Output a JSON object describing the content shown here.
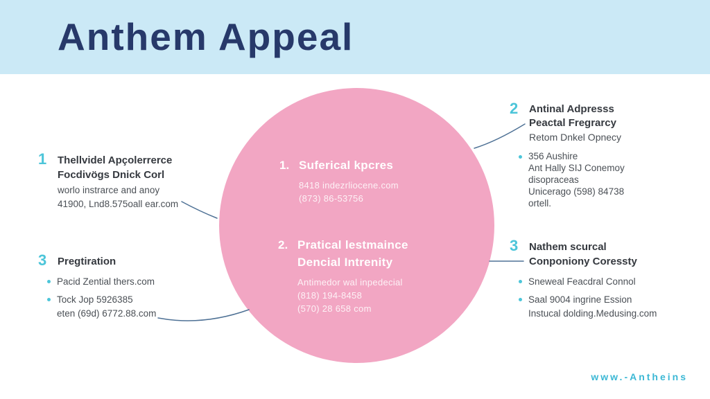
{
  "title": "Anthem Appeal",
  "colors": {
    "header_bg": "#cbe9f6",
    "title_navy": "#27396a",
    "circle_pink": "#f2a6c3",
    "accent_teal": "#4cc5d9",
    "connector_blue": "#4e7195",
    "footer_teal": "#3cb8d5",
    "heading_text": "#35393f",
    "body_text": "#4a4f55"
  },
  "circle": {
    "entries": [
      {
        "number": "1.",
        "title": [
          "Suferical kpcres"
        ],
        "body": [
          "8418 indezrliocene.com",
          "(873) 86-53756"
        ]
      },
      {
        "number": "2.",
        "title": [
          "Pratical lestmaince",
          "Dencial Intrenity"
        ],
        "body": [
          "Antimedor wal inpedecial",
          "(818) 194-8458",
          "(570) 28 658 com"
        ]
      }
    ]
  },
  "items": {
    "left1": {
      "number": "1",
      "heading": [
        "Thellvidel Apçolerrerce",
        "Focdivögs Dnick Corl"
      ],
      "body": [
        "worlo instrarce and anoy",
        "41900, Lnd8.575oall ear.com"
      ]
    },
    "left3": {
      "number": "3",
      "heading": [
        "Pregtiration"
      ],
      "bullets": [
        [
          "Pacid Zential thers.com"
        ],
        [
          "Tock Jop 5926385",
          "eten (69d) 6772.88.com"
        ]
      ]
    },
    "right2": {
      "number": "2",
      "heading": [
        "Antinal Adpresss",
        "Peactal Fregrarcy"
      ],
      "body": [
        "Retom Dnkel Opnecy"
      ],
      "bullets": [
        [
          "356 Aushire",
          "Ant Hally SIJ Conemoy",
          "disopraceas",
          "Unicerago (598) 84738",
          "ortell."
        ]
      ]
    },
    "right3": {
      "number": "3",
      "heading": [
        "Nathem scurcal",
        "Conponiony Coressty"
      ],
      "bullets": [
        [
          "Sneweal Feacdral Connol"
        ],
        [
          "Saal 9004 ingrine Ession",
          "Instucal dolding.Medusing.com"
        ]
      ]
    }
  },
  "footer": {
    "website": "www.-Antheins"
  }
}
